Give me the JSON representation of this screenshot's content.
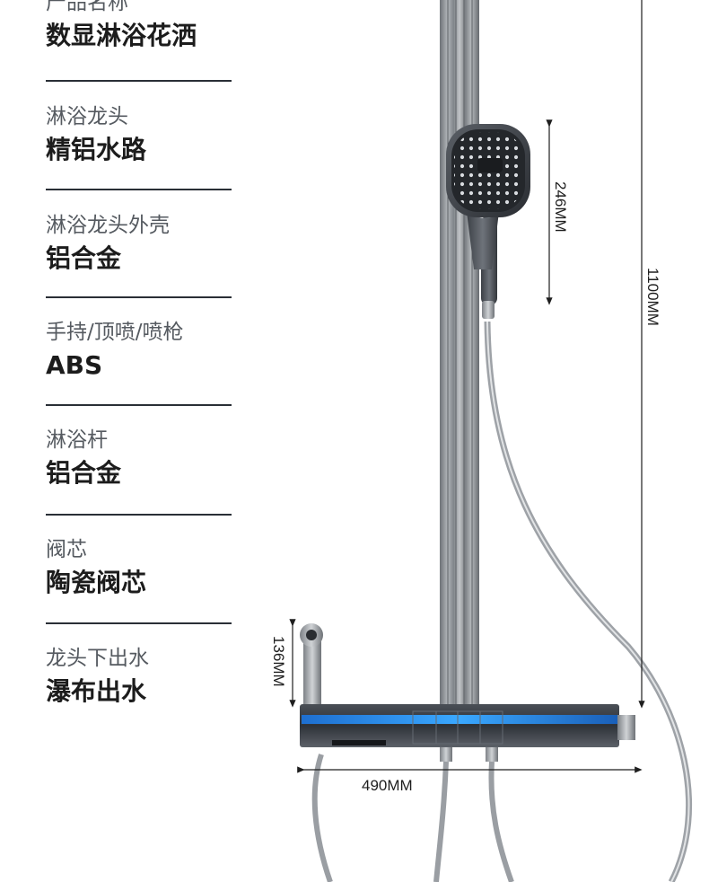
{
  "specs": [
    {
      "label": "产品名称",
      "value": "数显淋浴花洒"
    },
    {
      "label": "淋浴龙头",
      "value": "精铝水路"
    },
    {
      "label": "淋浴龙头外壳",
      "value": "铝合金"
    },
    {
      "label": "手持/顶喷/喷枪",
      "value": "ABS"
    },
    {
      "label": "淋浴杆",
      "value": "铝合金"
    },
    {
      "label": "阀芯",
      "value": "陶瓷阀芯"
    },
    {
      "label": "龙头下出水",
      "value": "瀑布出水"
    }
  ],
  "dimensions": {
    "handshower": "246MM",
    "height": "1100MM",
    "spout": "136MM",
    "width": "490MM"
  },
  "colors": {
    "accent_glow": "#3aa8ff",
    "metal": "#9a9ea3",
    "body": "#2e3238"
  }
}
